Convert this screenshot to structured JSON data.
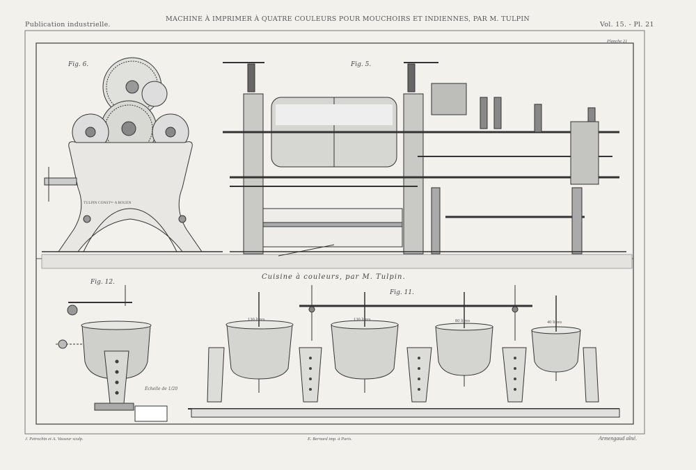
{
  "header": {
    "title": "MACHINE À IMPRIMER À QUATRE COULEURS POUR MOUCHOIRS ET INDIENNES, PAR M. TULPIN",
    "left": "Publication industrielle.",
    "right": "Vol. 15. - Pl. 21",
    "plate_no": "Planche 21"
  },
  "figures": {
    "fig6": "Fig. 6.",
    "fig5": "Fig. 5.",
    "fig12": "Fig. 12.",
    "fig11": "Fig. 11.",
    "maker_plate": "TULPIN CONSTᵉᵘʳ A ROUEN",
    "caption": "Cuisine à couleurs, par M. Tulpin.",
    "scale_note": "Échelle de 1/20",
    "kettle_labels": [
      "130 litres",
      "130 litres",
      "80 litres",
      "40 litres"
    ]
  },
  "footer": {
    "left": "J. Petrochin et A. Vasseur sculp.",
    "center": "E. Bernard imp. à Paris.",
    "right": "Armengaud aîné."
  },
  "colors": {
    "paper": "#f3f1ec",
    "ink": "#3a3a3a",
    "shade": "#d0d0cc"
  }
}
